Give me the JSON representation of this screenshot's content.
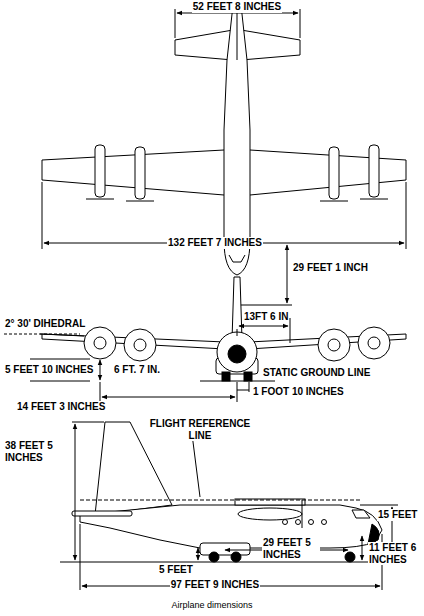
{
  "diagram": {
    "caption": "Airplane dimensions",
    "labels": [
      "52 FEET 8 INCHES",
      "132 FEET 7 INCHES",
      "29 FEET 1 INCH",
      "13FT 6 IN",
      "2° 30' DIHEDRAL",
      "5 FEET 10 INCHES",
      "6 FT. 7 IN.",
      "STATIC GROUND LINE",
      "14 FEET 3 INCHES",
      "1 FOOT 10 INCHES",
      "FLIGHT REFERENCE LINE",
      "38 FEET 5 INCHES",
      "15 FEET",
      "29 FEET 5 INCHES",
      "5 FEET",
      "11 FEET 6 INCHES",
      "97 FEET 9 INCHES"
    ]
  }
}
